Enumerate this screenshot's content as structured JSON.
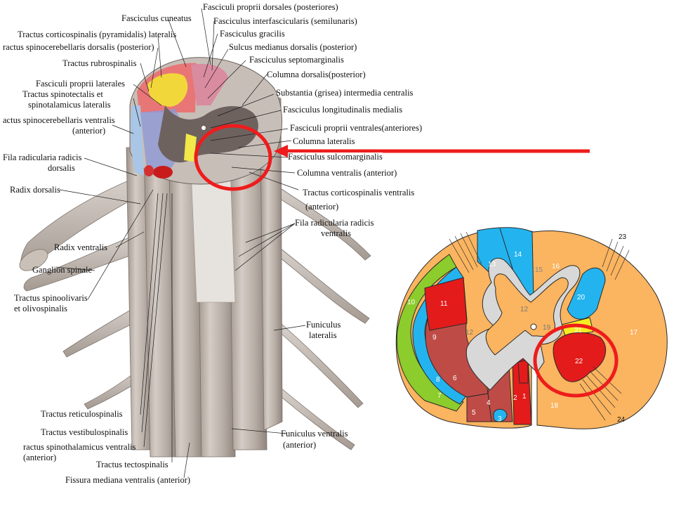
{
  "colors": {
    "pointer_red": "#ee1c1c",
    "cord_grey": "#b8aea6",
    "grey_matter": "#6e625f",
    "region_orange": "#fbb45f",
    "region_blue": "#23b4ef",
    "region_red": "#e31b1b",
    "region_brownred": "#bf4b47",
    "region_green": "#8ccc2c",
    "region_yellow": "#f8ec22",
    "region_lightgrey": "#d8d8d8"
  },
  "left_labels": {
    "fasciculus_cuneatus": "Fasciculus cuneatus",
    "fasciculi_proprii_dorsales": "Fasciculi proprii dorsales (posteriores)",
    "fasciculus_interfascicularis": "Fasciculus interfascicularis (semilunaris)",
    "fasciculus_gracilis": "Fasciculus gracilis",
    "tractus_corticospinalis_lateralis": "Tractus corticospinalis (pyramidalis) lateralis",
    "tractus_spinocerebellaris_dorsalis": "ractus spinocerebellaris dorsalis (posterior)",
    "sulcus_medianus_dorsalis": "Sulcus medianus dorsalis (posterior)",
    "fasciculus_septomarginalis": "Fasciculus septomarginalis",
    "tractus_rubrospinalis": "Tractus rubrospinalis",
    "columna_dorsalis": "Columna dorsalis(posterior)",
    "fasciculi_proprii_laterales": "Fasciculi proprii laterales",
    "substantia_intermedia": "Substantia (grisea) intermedia centralis",
    "tractus_spinotectalis_1": "Tractus spinotectalis et",
    "tractus_spinotectalis_2": "spinotalamicus lateralis",
    "fasciculus_longitudinalis": "Fasciculus longitudinalis medialis",
    "tractus_spinocerebellaris_ventralis_1": "actus spinocerebellaris ventralis",
    "tractus_spinocerebellaris_ventralis_2": "(anterior)",
    "fasciculi_proprii_ventrales": "Fasciculi proprii ventrales(anteriores)",
    "columna_lateralis": "Columna lateralis",
    "fila_radicularia_dorsalis_1": "Fila radicularia radicis",
    "fila_radicularia_dorsalis_2": "dorsalis",
    "fasciculus_sulcomarginalis": "Fasciculus sulcomarginalis",
    "columna_ventralis": "Columna ventralis (anterior)",
    "radix_dorsalis": "Radix dorsalis",
    "tractus_corticospinalis_ventralis_1": "Tractus corticospinalis ventralis",
    "tractus_corticospinalis_ventralis_2": "(anterior)",
    "fila_radicularia_ventralis_1": "Fila radicularia radicis",
    "fila_radicularia_ventralis_2": "ventralis",
    "radix_ventralis": "Radix ventralis",
    "ganglion_spinale": "Ganglion spinale",
    "tractus_spinoolivaris_1": "Tractus spinoolivaris",
    "tractus_spinoolivaris_2": "et olivospinalis",
    "funiculus_lateralis_1": "Funiculus",
    "funiculus_lateralis_2": "lateralis",
    "tractus_reticulospinalis": "Tractus reticulospinalis",
    "tractus_vestibulospinalis": "Tractus vestibulospinalis",
    "funiculus_ventralis_1": "Funiculus ventralis",
    "funiculus_ventralis_2": "(anterior)",
    "tractus_spinothalamicus_ventralis_1": "ractus spinothalamicus ventralis",
    "tractus_spinothalamicus_ventralis_2": "(anterior)",
    "tractus_tectospinalis": "Tractus tectospinalis",
    "fissura_mediana_ventralis": "Fissura mediana ventralis (anterior)"
  },
  "right_numbers": [
    "1",
    "2",
    "3",
    "4",
    "5",
    "6",
    "7",
    "8",
    "9",
    "10",
    "11",
    "12",
    "12",
    "13",
    "14",
    "15",
    "16",
    "17",
    "18",
    "19",
    "20",
    "21",
    "22",
    "23",
    "24"
  ]
}
